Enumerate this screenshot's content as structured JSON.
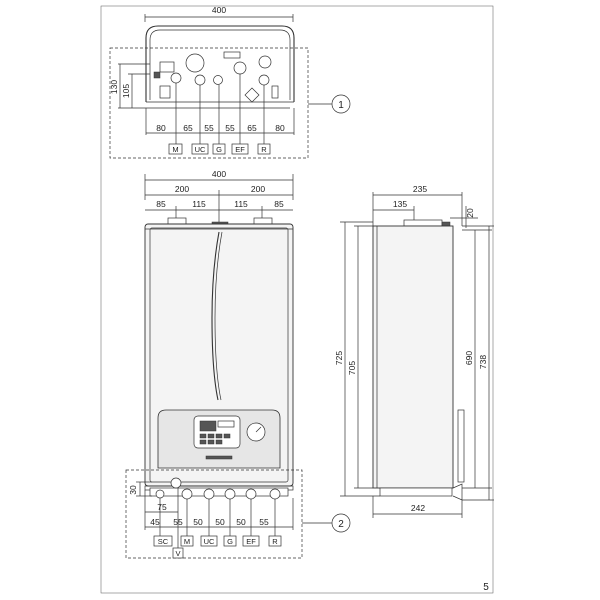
{
  "top_view": {
    "width": "400",
    "height_outer": "130",
    "height_inner": "105",
    "spacings": [
      "80",
      "65",
      "55",
      "55",
      "65",
      "80"
    ],
    "connections": [
      "M",
      "UC",
      "G",
      "EF",
      "R"
    ],
    "callout": "1"
  },
  "front_view": {
    "width": "400",
    "half_left": "200",
    "half_right": "200",
    "flue_offsets": [
      "85",
      "115",
      "115",
      "85"
    ],
    "height_outer": "725",
    "height_inner": "705",
    "bottom_offset": "30",
    "sc_offset": "75",
    "spacings": [
      "45",
      "55",
      "50",
      "50",
      "50",
      "55"
    ],
    "connections_row1": [
      "SC",
      "M",
      "UC",
      "G",
      "EF",
      "R"
    ],
    "connections_row2": [
      "V"
    ],
    "callout": "2"
  },
  "side_view": {
    "depth": "235",
    "flue_depth": "135",
    "top_offset": "20",
    "height_a": "690",
    "height_b": "738",
    "bottom_depth": "242"
  },
  "page_number": "5"
}
